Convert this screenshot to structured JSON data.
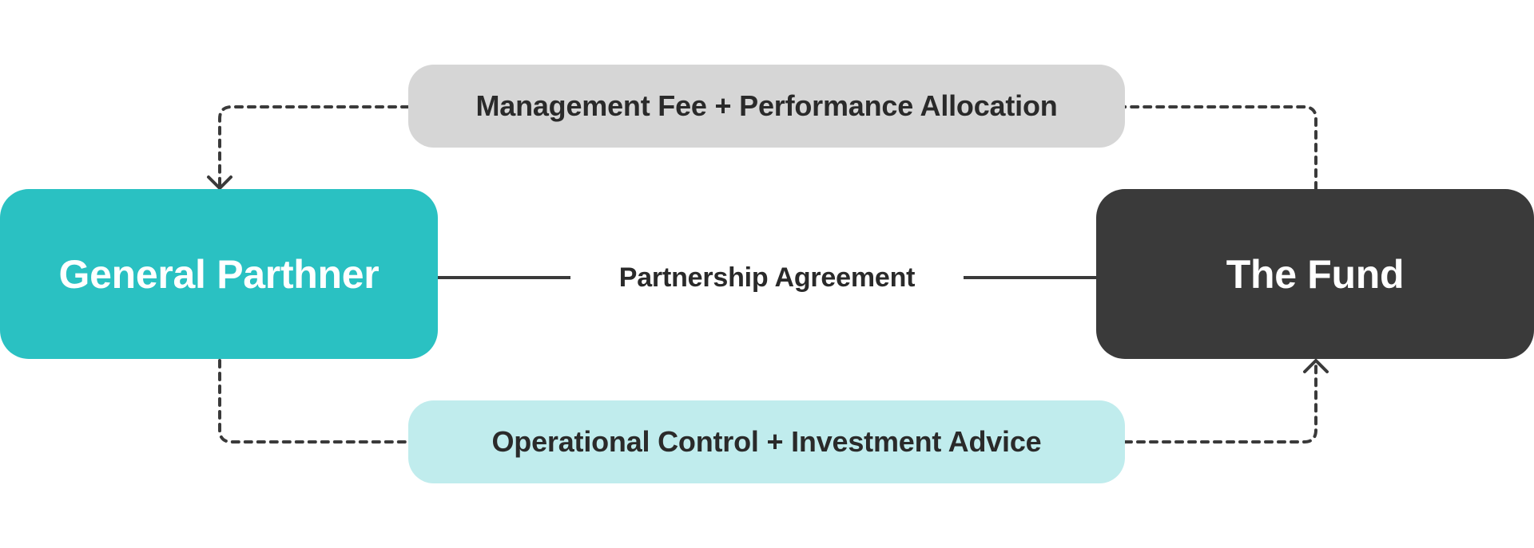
{
  "diagram": {
    "nodes": {
      "general_partner": {
        "label": "General Parthner",
        "color": "#2ac1c2",
        "text_color": "#ffffff"
      },
      "fund": {
        "label": "The Fund",
        "color": "#3a3a3a",
        "text_color": "#ffffff"
      }
    },
    "flows": {
      "top": {
        "label": "Management Fee + Performance Allocation",
        "color": "#d6d6d6",
        "direction": "The Fund → General Parthner"
      },
      "bottom": {
        "label": "Operational Control + Investment Advice",
        "color": "#c0eced",
        "direction": "General Parthner → The Fund"
      }
    },
    "relationship": {
      "label": "Partnership Agreement",
      "line_color": "#3a3a3a"
    }
  }
}
